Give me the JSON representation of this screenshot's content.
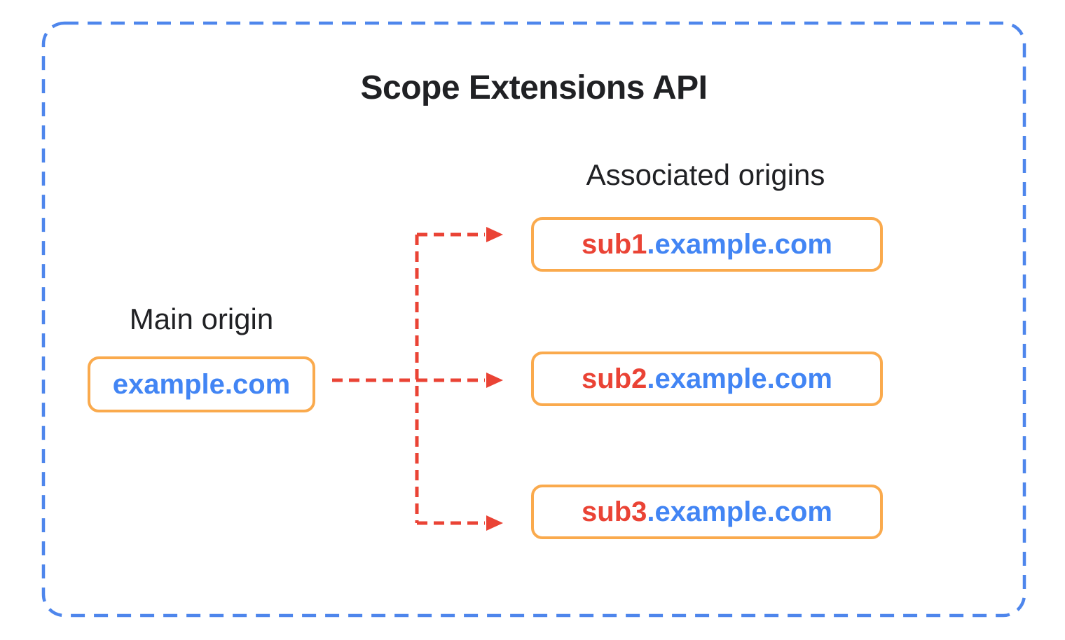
{
  "diagram": {
    "title": "Scope Extensions API",
    "main_origin": {
      "label": "Main origin",
      "domain": "example.com"
    },
    "associated_origins": {
      "label": "Associated origins",
      "items": [
        {
          "subdomain": "sub1",
          "suffix": ".example.com"
        },
        {
          "subdomain": "sub2",
          "suffix": ".example.com"
        },
        {
          "subdomain": "sub3",
          "suffix": ".example.com"
        }
      ]
    },
    "colors": {
      "outer_border_blue": "#4E86EC",
      "box_border_orange": "#FAAA4D",
      "arrow_red": "#EA4335",
      "domain_text_blue": "#4285F4",
      "subdomain_text_red": "#EA4335",
      "heading_text_black": "#202124",
      "background": "#FFFFFF"
    }
  }
}
